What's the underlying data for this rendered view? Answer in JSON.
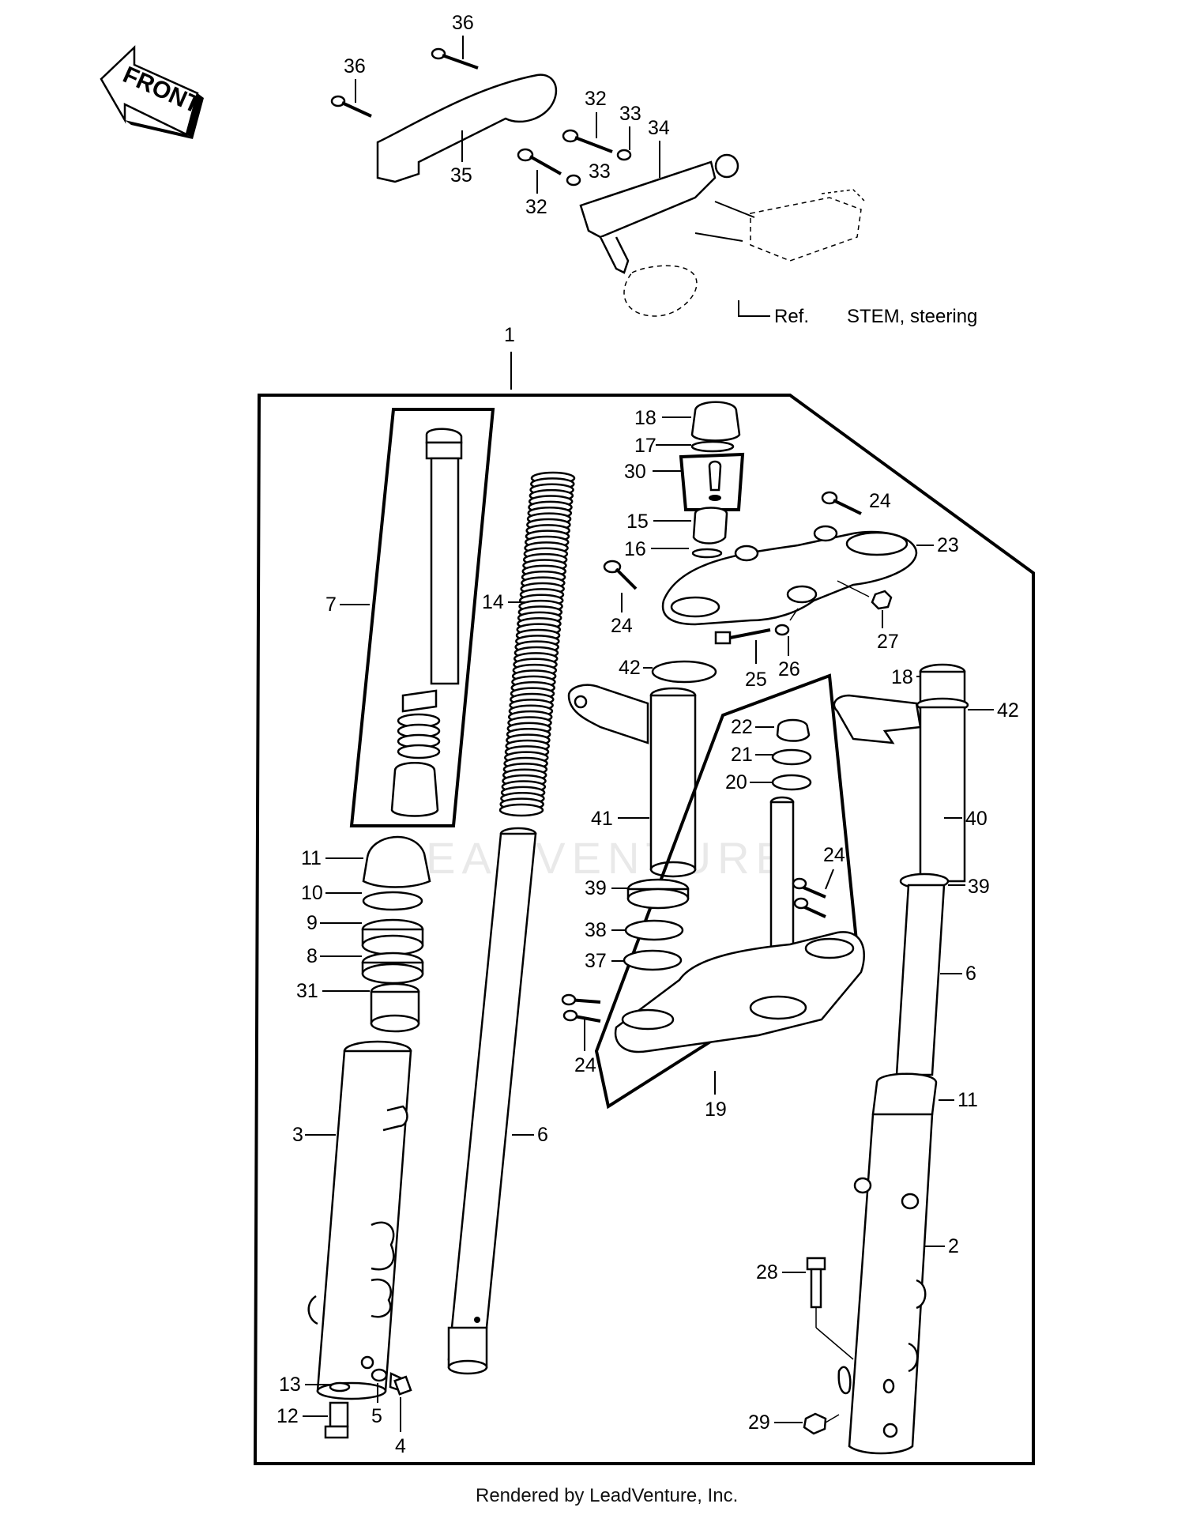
{
  "front_badge": "FRONT",
  "reference": {
    "prefix": "Ref.",
    "label": "STEM, steering"
  },
  "assembly_label": "1",
  "watermark": "LEADVENTURE",
  "footer": "Rendered by LeadVenture, Inc.",
  "callouts": {
    "c36a": "36",
    "c36b": "36",
    "c35": "35",
    "c32a": "32",
    "c33a": "33",
    "c34": "34",
    "c33b": "33",
    "c32b": "32",
    "c18a": "18",
    "c17": "17",
    "c30": "30",
    "c15": "15",
    "c16": "16",
    "c24a": "24",
    "c23": "23",
    "c24b": "24",
    "c27": "27",
    "c7": "7",
    "c14": "14",
    "c42a": "42",
    "c25": "25",
    "c26": "26",
    "c18b": "18",
    "c42b": "42",
    "c22": "22",
    "c21": "21",
    "c20": "20",
    "c41": "41",
    "c40": "40",
    "c11a": "11",
    "c10": "10",
    "c9": "9",
    "c8": "8",
    "c31": "31",
    "c39a": "39",
    "c38": "38",
    "c37": "37",
    "c24c": "24",
    "c39b": "39",
    "c24d": "24",
    "c6a": "6",
    "c19": "19",
    "c11b": "11",
    "c3": "3",
    "c6b": "6",
    "c2": "2",
    "c28": "28",
    "c13": "13",
    "c12": "12",
    "c5": "5",
    "c4": "4",
    "c29": "29"
  }
}
